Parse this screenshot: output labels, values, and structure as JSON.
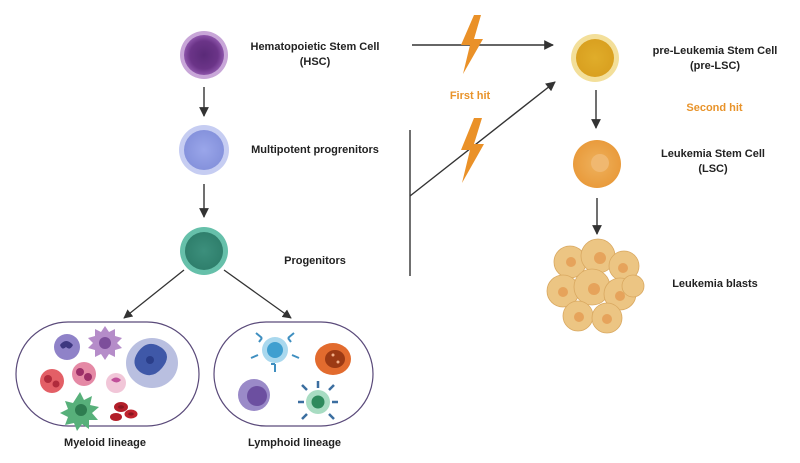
{
  "labels": {
    "hsc": "Hematopoietic Stem Cell",
    "hsc_abbr": "(HSC)",
    "mpp": "Multipotent progrenitors",
    "progenitors": "Progenitors",
    "myeloid": "Myeloid lineage",
    "lymphoid": "Lymphoid lineage",
    "pre_lsc": "pre-Leukemia Stem Cell",
    "pre_lsc_abbr": "(pre-LSC)",
    "lsc": "Leukemia Stem Cell",
    "lsc_abbr": "(LSC)",
    "blasts": "Leukemia blasts",
    "first_hit": "First hit",
    "second_hit": "Second hit"
  },
  "colors": {
    "hsc": "#7b3f9b",
    "mpp": "#8f9be0",
    "progenitors": "#3f9a86",
    "pre_lsc": "#e8b830",
    "lsc": "#eba24a",
    "blasts": "#ecc583",
    "lightning": "#ea9128",
    "hit_text": "#e8932a",
    "arrow": "#333333"
  },
  "icons": [
    "lightning-bolt-icon",
    "lightning-bolt-icon"
  ]
}
